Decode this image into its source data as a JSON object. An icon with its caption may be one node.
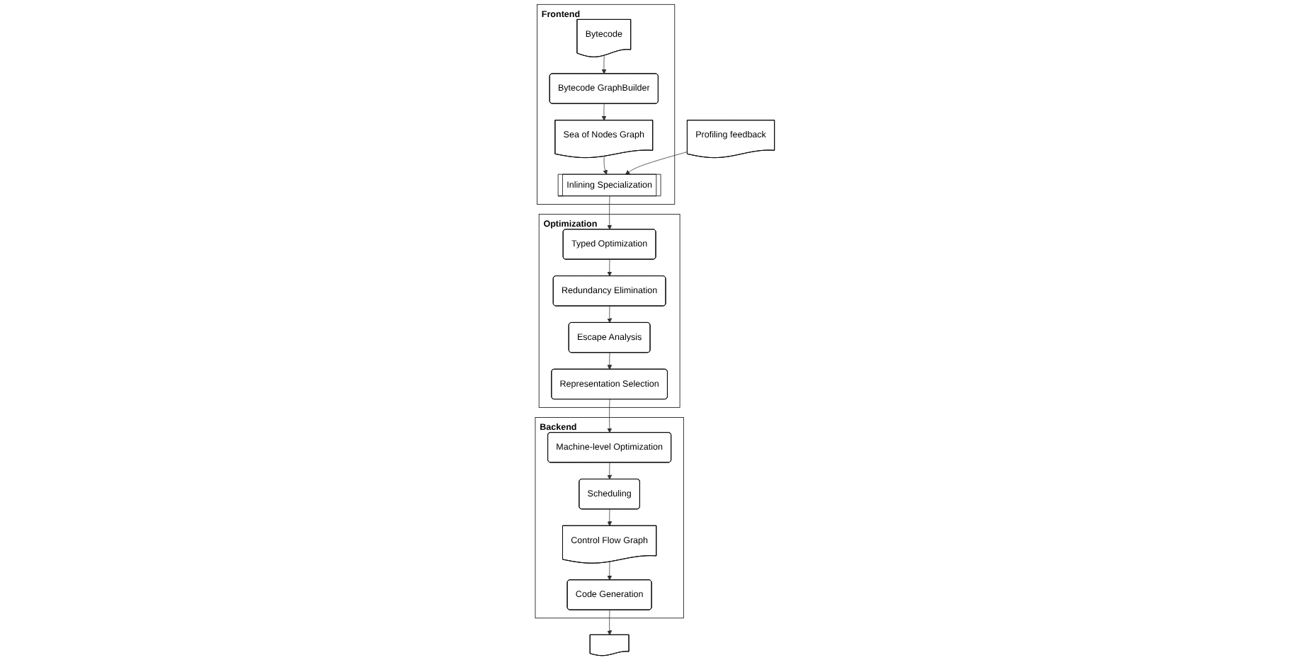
{
  "diagram": {
    "nodes": [
      {
        "text": [
          "Frontend"
        ]
      },
      {
        "text": [
          "Bytecode"
        ],
        "in": 0
      },
      {
        "text": [
          "Bytecode GraphBuilder"
        ],
        "in": 0
      },
      {
        "text": [
          "Sea of Nodes Graph"
        ],
        "in": 0
      },
      {
        "text": [
          "Inlining Specialization"
        ],
        "in": 0
      },
      {
        "text": [
          "Profiling feedback"
        ]
      },
      {
        "text": [
          "Optimization"
        ]
      },
      {
        "text": [
          "Typed Optimization"
        ],
        "in": 6
      },
      {
        "text": [
          "Redundancy Elimination"
        ],
        "in": 6
      },
      {
        "text": [
          "Escape Analysis"
        ],
        "in": 6
      },
      {
        "text": [
          "Representation Selection"
        ],
        "in": 6
      },
      {
        "text": [
          "Backend"
        ]
      },
      {
        "text": [
          "Machine-level Optimization"
        ],
        "in": 11
      },
      {
        "text": [
          "Scheduling"
        ],
        "in": 11
      },
      {
        "text": [
          "Control Flow Graph"
        ],
        "in": 11
      },
      {
        "text": [
          "Code Generation"
        ],
        "in": 11
      },
      {
        "text": [],
        "shape": "document"
      }
    ],
    "edges": [
      {
        "from": 1,
        "to": 2,
        "arrow": "to"
      },
      {
        "from": 2,
        "to": 3,
        "arrow": "to"
      },
      {
        "from": 3,
        "to": 4,
        "arrow": "to"
      },
      {
        "from": 5,
        "to": 4,
        "arrow": "to"
      },
      {
        "from": 4,
        "to": 7,
        "arrow": "to"
      },
      {
        "from": 7,
        "to": 8,
        "arrow": "to"
      },
      {
        "from": 8,
        "to": 9,
        "arrow": "to"
      },
      {
        "from": 9,
        "to": 10,
        "arrow": "to"
      },
      {
        "from": 10,
        "to": 12,
        "arrow": "to"
      },
      {
        "from": 12,
        "to": 13,
        "arrow": "to"
      },
      {
        "from": 13,
        "to": 14,
        "arrow": "to"
      },
      {
        "from": 14,
        "to": 15,
        "arrow": "to"
      },
      {
        "from": 15,
        "to": 16,
        "arrow": "to"
      }
    ]
  }
}
